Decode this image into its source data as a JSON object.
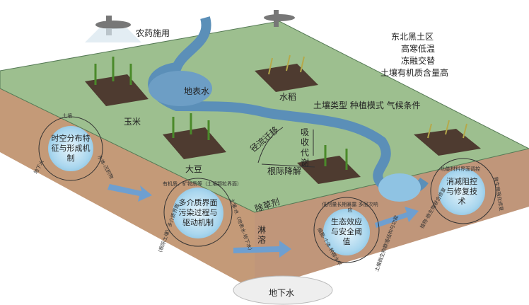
{
  "labels": {
    "pesticide": "农药施用",
    "region": "东北黑土区",
    "cond1": "高寒低温",
    "cond2": "冻融交替",
    "cond3": "土壤有机质含量高",
    "factors": "土壤类型 种植模式 气候条件",
    "surface_water": "地表水",
    "rice": "水稻",
    "corn": "玉米",
    "soybean": "大豆",
    "runoff": "径流迁移",
    "uptake": "吸收代谢",
    "rhizo": "根际降解",
    "herbicide": "除草剂",
    "leaching": "淋溶",
    "groundwater": "地下水"
  },
  "circles": [
    {
      "title": "时空分布特征与形成机制",
      "top": "土壤",
      "right": "水体-沉积物",
      "left": "地下水"
    },
    {
      "title": "多介质界面污染过程与驱动机制",
      "top": "有机质、矿物质等（土壤颗粒界面）",
      "right": "土壤-水（地表水-地下水）",
      "left": "（根际土壤）多介质界面"
    },
    {
      "title": "生态效应与安全阈值",
      "top": "低剂量长期暴露 多层次响应",
      "right": "土壤微生物群落结构与功能",
      "left": "细胞-个体-种群水平"
    },
    {
      "title": "消减阻控与修复技术",
      "top": "功能材料界面调控",
      "right": "微生物强化修复",
      "left": "植物-微生物联合修复"
    }
  ]
}
